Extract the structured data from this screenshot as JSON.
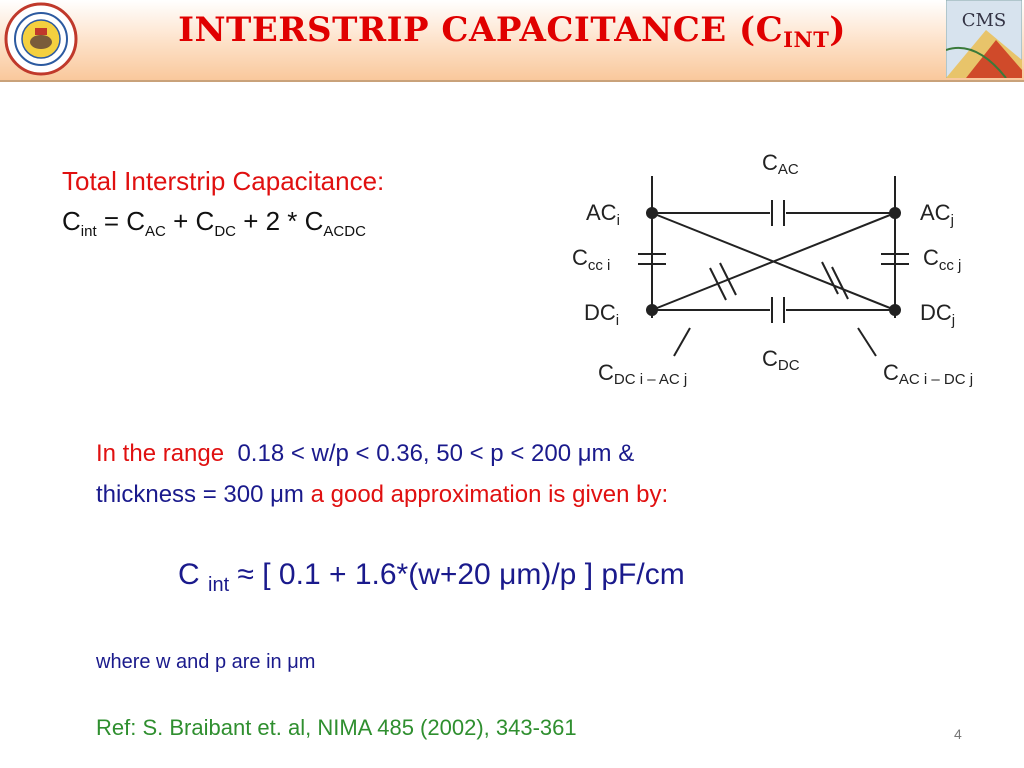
{
  "header": {
    "title_main": "INTERSTRIP CAPACITANCE (C",
    "title_sub": "INT",
    "title_close": ")",
    "right_logo_text": "CMS"
  },
  "total": {
    "heading": "Total Interstrip Capacitance:",
    "c": "C",
    "int": "int",
    "eq_ac": " = C",
    "ac": "AC",
    "plus_c": " + C",
    "dc": "DC",
    "times": " + 2 * C",
    "acdc": "ACDC"
  },
  "circuit": {
    "c_ac": "C",
    "c_ac_sub": "AC",
    "ac_i": "AC",
    "ac_i_sub": "i",
    "ac_j": "AC",
    "ac_j_sub": "j",
    "ccc_i": "C",
    "ccc_i_sub": "cc i",
    "ccc_j": "C",
    "ccc_j_sub": "cc j",
    "dc_i": "DC",
    "dc_i_sub": "i",
    "dc_j": "DC",
    "dc_j_sub": "j",
    "c_dc": "C",
    "c_dc_sub": "DC",
    "c_dci_acj": "C",
    "c_dci_acj_sub": "DC i – AC j",
    "c_aci_dcj": "C",
    "c_aci_dcj_sub": "AC i – DC j"
  },
  "range": {
    "prefix": "In the range",
    "values": "0.18 < w/p < 0.36,  50 < p < 200 μm &",
    "line2": "thickness = 300 μm",
    "approx": "a good approximation is given by:"
  },
  "formula": {
    "c": "C ",
    "int": "int",
    "rest": " ≈   [ 0.1  +  1.6*(w+20 μm)/p ] pF/cm"
  },
  "where": "where  w and p are in μm",
  "ref": "Ref:  S. Braibant et. al, NIMA 485 (2002), 343-361",
  "page_number": "4",
  "colors": {
    "title": "#e00000",
    "red": "#e01010",
    "navy": "#1a1a8c",
    "green": "#2f8f2f"
  }
}
